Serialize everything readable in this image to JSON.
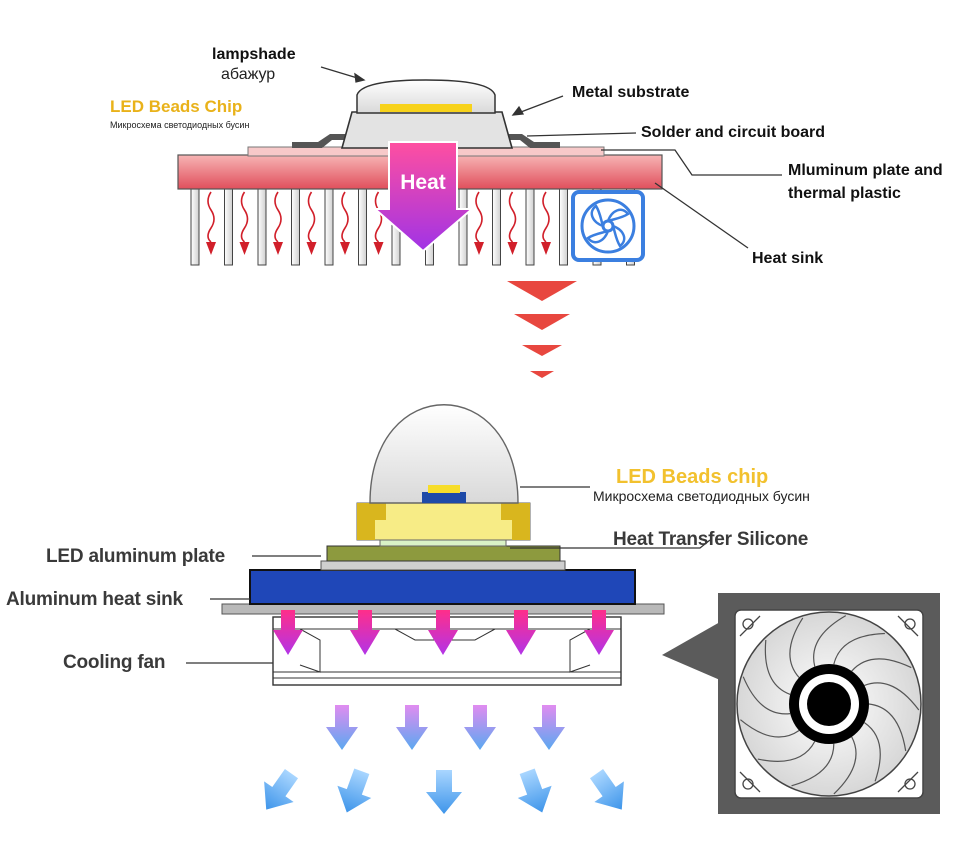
{
  "colors": {
    "gold": "#e9b21a",
    "gold_bright": "#f2c12e",
    "heat_pink": "#e6336f",
    "heat_purple": "#8a2be2",
    "board_red": "#e8636b",
    "sink_blue": "#1f47b8",
    "fan_blue": "#3b7fe0",
    "airflow_blue": "#56a8ef"
  },
  "top": {
    "lampshade_en": "lampshade",
    "lampshade_ru": "абажур",
    "chip_en": "LED Beads Chip",
    "chip_ru": "Микросхема светодиодных бусин",
    "metal_substrate": "Metal substrate",
    "solder_board": "Solder and circuit board",
    "plate_line1": "Mluminum plate and",
    "plate_line2": "thermal plastic",
    "heat_sink": "Heat sink",
    "heat_arrow": "Heat",
    "fan_icon": "fan-icon"
  },
  "bottom": {
    "chip_en": "LED Beads chip",
    "chip_ru": "Микросхема светодиодных бусин",
    "heat_silicone": "Heat Transfer Silicone",
    "alu_plate": "LED aluminum plate",
    "alu_sink": "Aluminum heat sink",
    "cooling_fan": "Cooling fan",
    "fan_closeup_icon": "fan-closeup-icon"
  }
}
